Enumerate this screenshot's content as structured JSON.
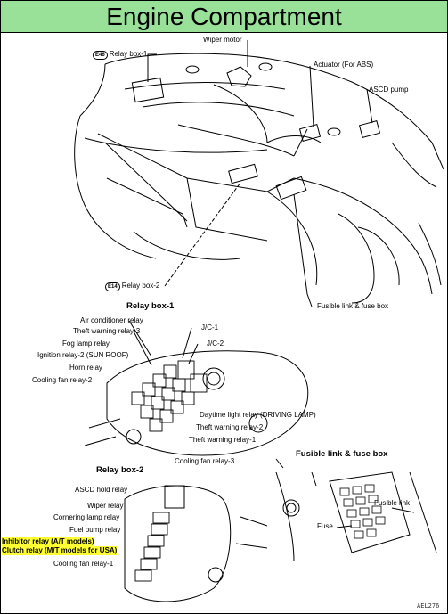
{
  "title": "Engine Compartment",
  "top_labels": {
    "wiper_motor": "Wiper motor",
    "relay_box_1_code": "E46",
    "relay_box_1": "Relay box-1",
    "actuator": "Actuator (For ABS)",
    "ascd_pump": "ASCD pump",
    "relay_box_2_code": "E14",
    "relay_box_2": "Relay box-2",
    "fusible_link_box": "Fusible link & fuse box"
  },
  "relay_box_1": {
    "heading": "Relay box-1",
    "left_labels": [
      "Air conditioner relay",
      "Theft warning relay-3",
      "Fog lamp relay",
      "Ignition relay-2 (SUN ROOF)",
      "Horn relay",
      "Cooling fan relay-2"
    ],
    "right_labels": [
      "J/C-1",
      "J/C-2"
    ],
    "bottom_labels": [
      "Daytime light relay (DRIVING LAMP)",
      "Theft warning relay-2",
      "Theft warning relay-1",
      "Cooling fan relay-3"
    ]
  },
  "relay_box_2": {
    "heading": "Relay box-2",
    "labels": [
      "ASCD hold relay",
      "Wiper relay",
      "Cornering lamp relay",
      "Fuel pump relay"
    ],
    "highlight_1": "Inhibitor relay (A/T models)",
    "highlight_2": "Clutch relay (M/T models for USA)",
    "cooling_fan_relay_1": "Cooling fan relay-1"
  },
  "fuse_box": {
    "heading": "Fusible link & fuse box",
    "fusible_link": "Fusible link",
    "fuse": "Fuse"
  },
  "figure_code": "AEL276",
  "colors": {
    "title_bg": "#99e099",
    "highlight": "#ffff33",
    "line": "#000000"
  }
}
